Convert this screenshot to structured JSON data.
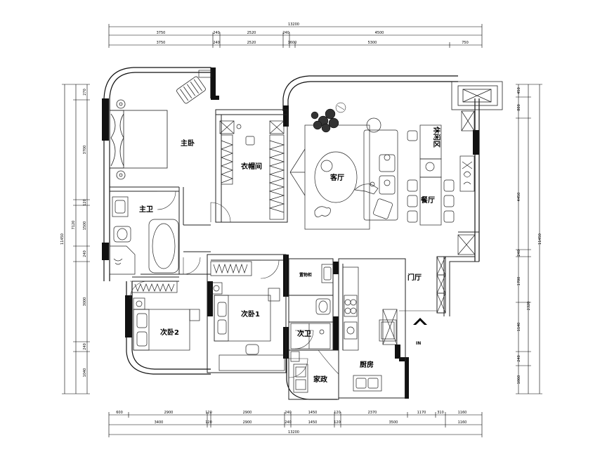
{
  "rooms": {
    "master_bedroom": "主卧",
    "walk_in_closet": "衣帽间",
    "living_room": "客厅",
    "leisure_area": "休闲区",
    "dining_room": "餐厅",
    "master_bath": "主卫",
    "foyer": "门厅",
    "bedroom_1": "次卧1",
    "bedroom_2": "次卧2",
    "second_bath": "次卫",
    "kitchen": "厨房",
    "housekeeping": "家政",
    "storage": "置物柜"
  },
  "entrance_label": "IN",
  "dimensions": {
    "top_total": "13200",
    "top_row1": [
      "3750",
      "240",
      "2520",
      "240",
      "4500"
    ],
    "top_row2": [
      "3750",
      "240",
      "2520",
      "1600",
      "5300",
      "750"
    ],
    "bottom_row1": [
      "600",
      "2900",
      "120",
      "2900",
      "240",
      "1450",
      "120",
      "2370",
      "1170",
      "310",
      "1160"
    ],
    "bottom_row2": [
      "3400",
      "120",
      "2900",
      "240",
      "1450",
      "120",
      "3500",
      "1160"
    ],
    "bottom_total": "13200",
    "left_total": "11450",
    "left_inner": "7120",
    "left_parts": [
      "270",
      "3700",
      "120",
      "1500",
      "240",
      "3000",
      "240",
      "1040"
    ],
    "right_total": "11450",
    "right_parts": [
      "450",
      "800",
      "4450",
      "240",
      "1700",
      "2320",
      "1140",
      "240",
      "1060"
    ]
  },
  "colors": {
    "wall": "#111111",
    "line": "#444444",
    "accent_red": "#cc0000"
  }
}
